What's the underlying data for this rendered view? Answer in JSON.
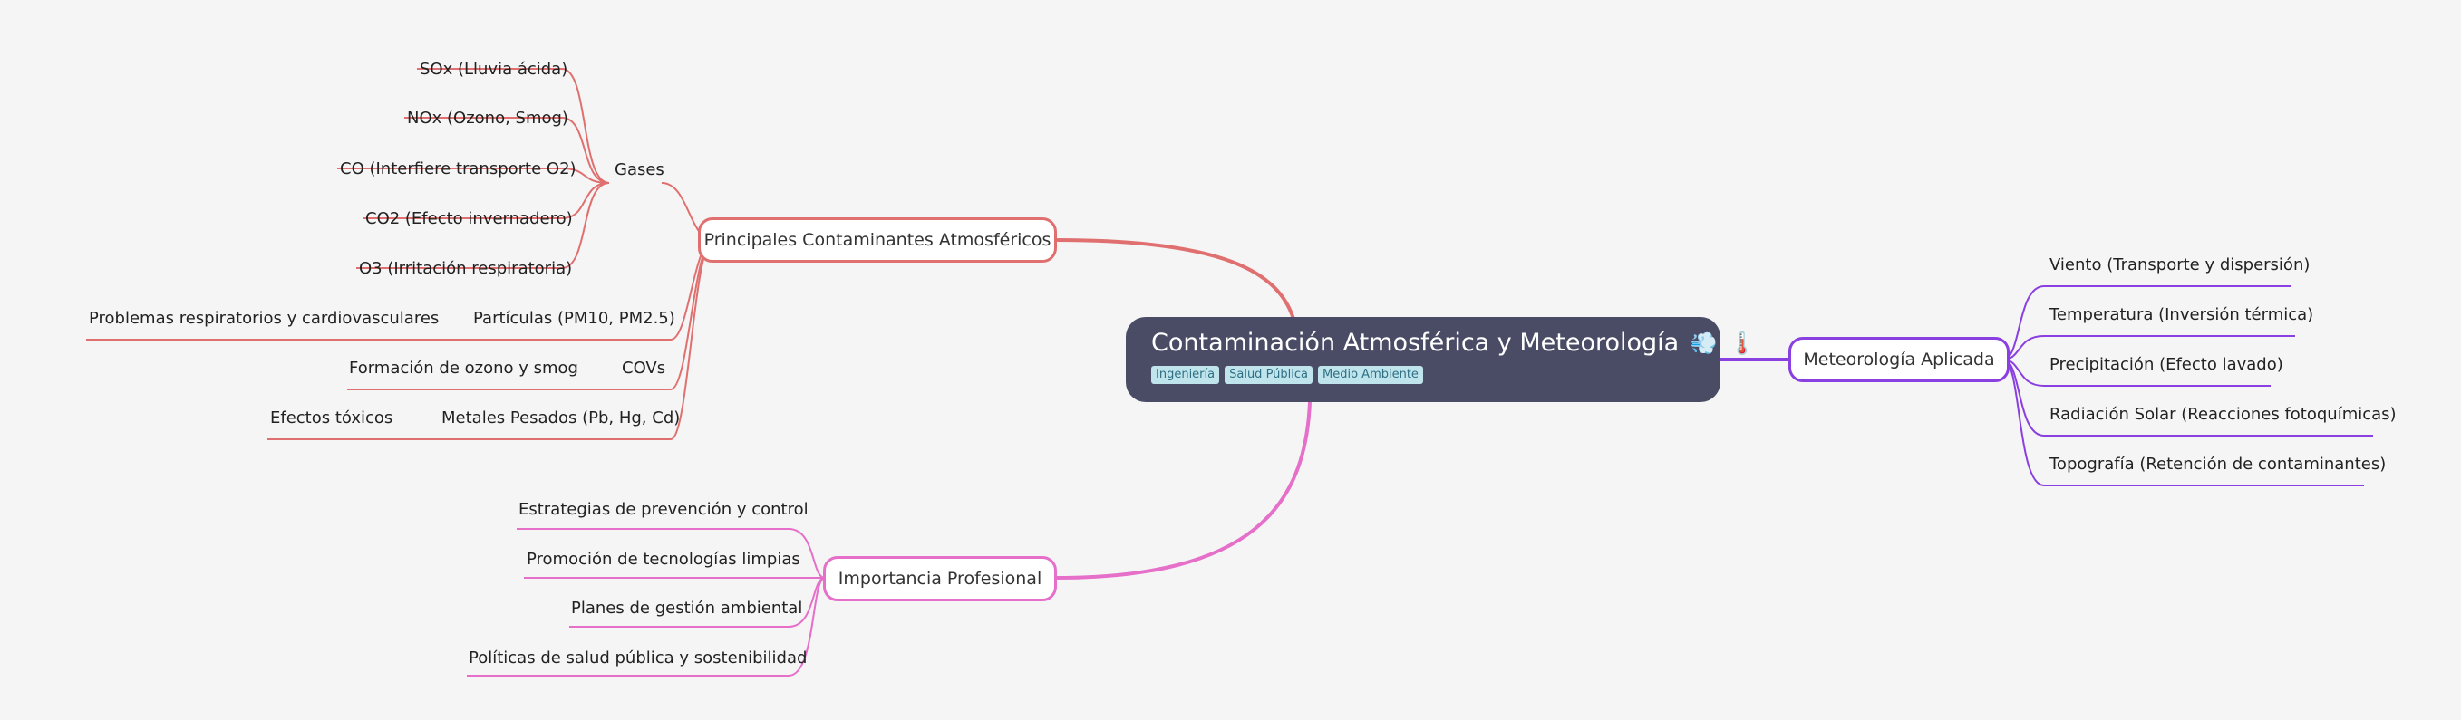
{
  "root": {
    "title": "Contaminación Atmosférica y Meteorología",
    "icons": [
      "wind-icon",
      "thermometer-icon"
    ],
    "tags": [
      "Ingeniería",
      "Salud Pública",
      "Medio Ambiente"
    ]
  },
  "branches": {
    "contaminantes": {
      "label": "Principales Contaminantes Atmosféricos",
      "color": "#e07070",
      "gases": {
        "label": "Gases",
        "items": [
          "SOx (Lluvia ácida)",
          "NOx (Ozono, Smog)",
          "CO (Interfiere transporte O2)",
          "CO2 (Efecto invernadero)",
          "O3 (Irritación respiratoria)"
        ]
      },
      "particulas": {
        "label": "Partículas (PM10, PM2.5)",
        "child": "Problemas respiratorios y cardiovasculares"
      },
      "covs": {
        "label": "COVs",
        "child": "Formación de ozono y smog"
      },
      "metales": {
        "label": "Metales Pesados (Pb, Hg, Cd)",
        "child": "Efectos tóxicos"
      }
    },
    "importancia": {
      "label": "Importancia Profesional",
      "color": "#e56fc9",
      "items": [
        "Estrategias de prevención y control",
        "Promoción de tecnologías limpias",
        "Planes de gestión ambiental",
        "Políticas de salud pública y sostenibilidad"
      ]
    },
    "meteorologia": {
      "label": "Meteorología Aplicada",
      "color": "#8a3fe0",
      "items": [
        "Viento (Transporte y dispersión)",
        "Temperatura (Inversión térmica)",
        "Precipitación (Efecto lavado)",
        "Radiación Solar (Reacciones fotoquímicas)",
        "Topografía (Retención de contaminantes)"
      ]
    }
  }
}
